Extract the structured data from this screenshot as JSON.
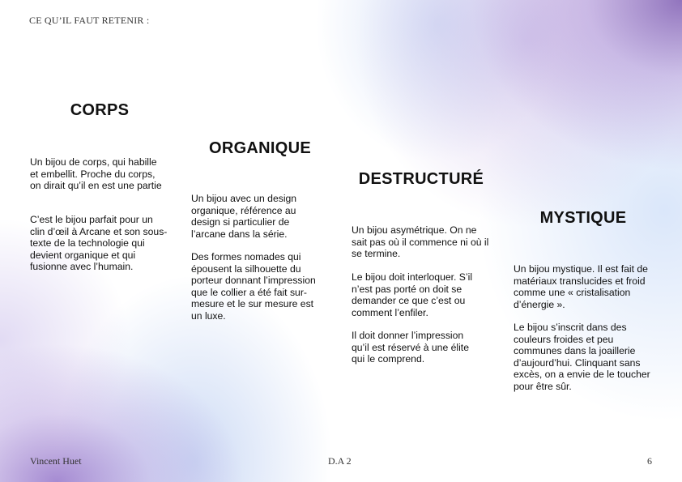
{
  "header": {
    "label": "CE QU’IL FAUT RETENIR :"
  },
  "columns": [
    {
      "title": "CORPS",
      "paragraphs": [
        "Un bijou de corps, qui habille et embellit. Proche du corps, on dirait qu’il en est une partie",
        "C’est le bijou parfait pour un clin d’œil à Arcane et son sous-texte de la technologie qui devient organique et qui fusionne avec l’humain."
      ]
    },
    {
      "title": "ORGANIQUE",
      "paragraphs": [
        "Un bijou avec un design organique, référence au design si particulier de l’arcane dans la série.",
        "Des formes nomades qui épousent la silhouette du porteur donnant l’impression que le collier a été fait sur-mesure et le sur mesure est un luxe."
      ]
    },
    {
      "title": "DESTRUCTURÉ",
      "paragraphs": [
        "Un bijou asymétrique. On ne sait pas où il commence ni où il se termine.",
        "Le bijou doit interloquer. S’il n’est pas porté on doit se demander ce que c’est ou comment l’enfiler.",
        "Il doit donner l’impression qu’il est réservé à une élite qui le comprend."
      ]
    },
    {
      "title": "MYSTIQUE",
      "paragraphs": [
        "Un bijou mystique. Il est fait de matériaux translucides et froid comme une « cristalisation d’énergie ».",
        "Le bijou s’inscrit dans des couleurs froides et peu communes dans la joaillerie d’aujourd’hui. Clinquant sans excès, on a envie de le toucher pour être sûr."
      ]
    }
  ],
  "footer": {
    "author": "Vincent Huet",
    "course": "D.A 2",
    "page_number": "6"
  },
  "colors": {
    "text": "#111111",
    "gradient_purple": "#7E5CB2",
    "gradient_blue": "#96B9F0"
  }
}
